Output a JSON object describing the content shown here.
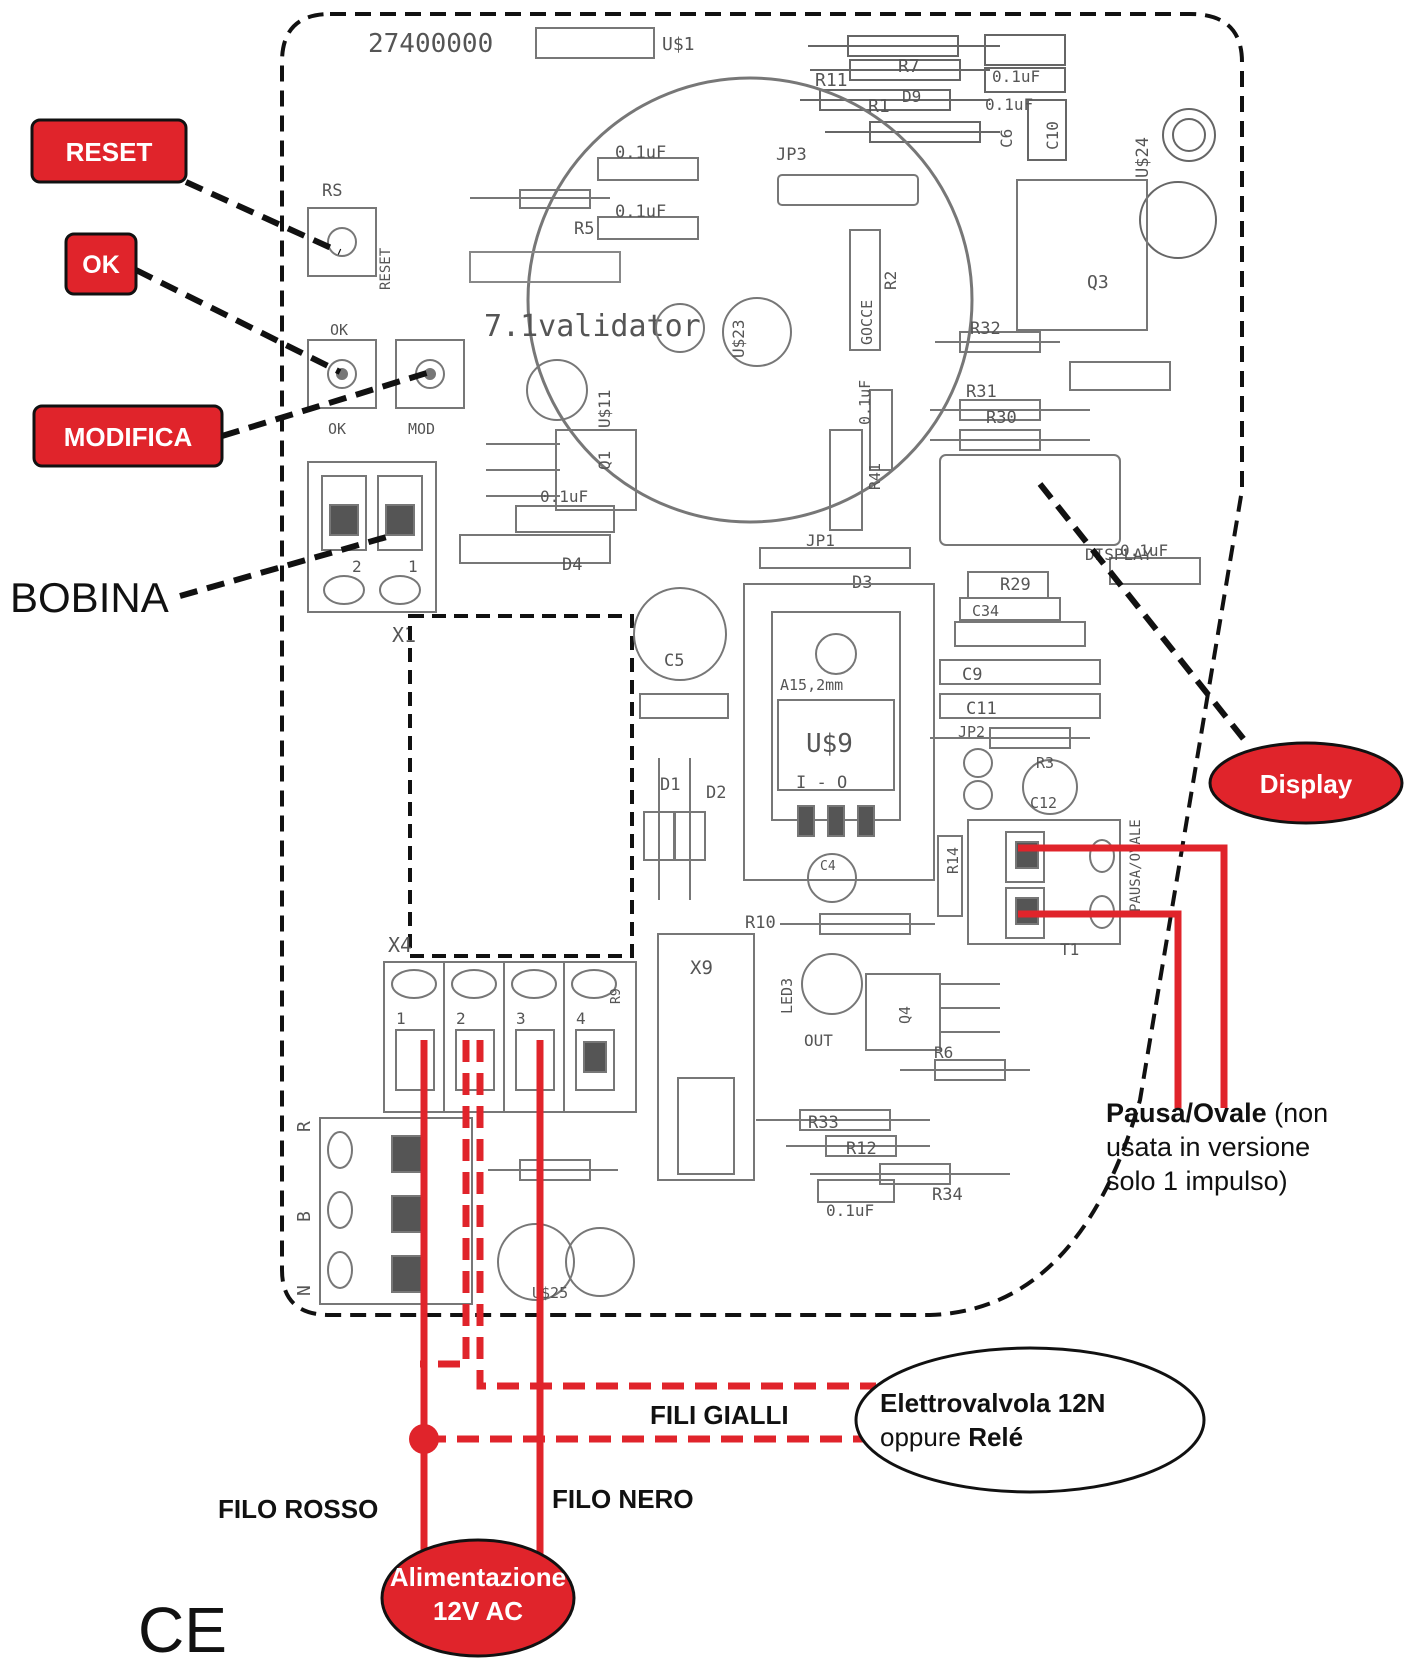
{
  "board": {
    "code": "27400000",
    "ref_us1": "U$1",
    "validator": "7.1validator",
    "cap_label": "0.1uF",
    "parts": {
      "r1": "R1",
      "r7": "R7",
      "r11": "R11",
      "d9": "D9",
      "c6": "C6",
      "c10": "C10",
      "us24": "U$24",
      "rs": "RS",
      "reset_silk": "RESET",
      "ok_silk": "OK",
      "mod_silk": "MOD",
      "jp3": "JP3",
      "r5": "R5",
      "r2": "R2",
      "gocce": "GOCCE",
      "us23": "U$23",
      "q3": "Q3",
      "r32": "R32",
      "r31": "R31",
      "r30": "R30",
      "us11": "U$11",
      "q1": "Q1",
      "r41": "R41",
      "display_silk": "DISPLAY",
      "d4": "D4",
      "d3": "D3",
      "jp1": "JP1",
      "r29": "R29",
      "c34": "C34",
      "x1": "X1",
      "c5": "C5",
      "c9": "C9",
      "c11": "C11",
      "jp2": "JP2",
      "r3": "R3",
      "c12": "C12",
      "heatsink": "A15,2mm",
      "us9": "U$9",
      "io": "I  -  O",
      "d1": "D1",
      "d2": "D2",
      "r14": "R14",
      "pausa_silk": "PAUSA/OVALE",
      "t1": "T1",
      "c4": "C4",
      "r10": "R10",
      "x9": "X9",
      "x4": "X4",
      "r9": "R9",
      "led3": "LED3",
      "out": "OUT",
      "q4": "Q4",
      "r6": "R6",
      "r33": "R33",
      "r12": "R12",
      "r34": "R34",
      "us25": "U$25",
      "pin_r": "R",
      "pin_b": "B",
      "pin_n": "N"
    }
  },
  "callouts": {
    "reset": "RESET",
    "ok": "OK",
    "modifica": "MODIFICA",
    "bobina": "BOBINA",
    "display": "Display",
    "pausa_bold": "Pausa/Ovale",
    "pausa_rest1": " (non",
    "pausa_rest2": "usata in versione",
    "pausa_rest3": "solo 1 impulso)",
    "fili_gialli": "FILI GIALLI",
    "elettro_bold": "Elettrovalvola 12N",
    "elettro_line2a": "oppure ",
    "elettro_line2b": "Relé",
    "filo_rosso": "FILO ROSSO",
    "filo_nero": "FILO NERO",
    "alim_line1": "Alimentazione",
    "alim_line2": "12V AC",
    "ce": "CE"
  },
  "colors": {
    "red": "#e0242b",
    "dark_red": "#c0161c",
    "silk": "#555555"
  }
}
